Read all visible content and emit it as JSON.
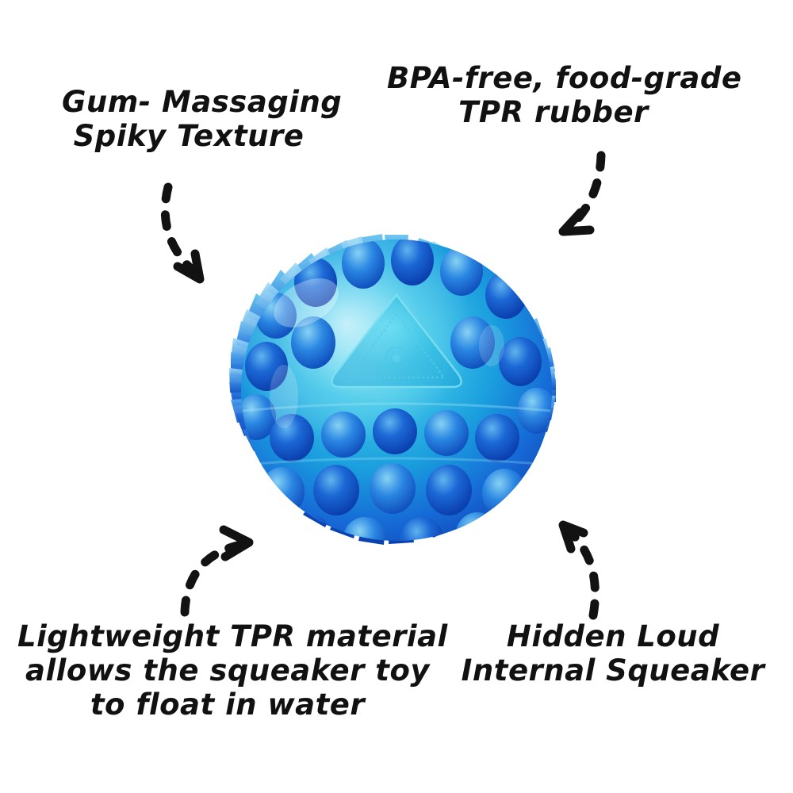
{
  "page": {
    "background_color": "#ffffff",
    "subject": "blue spiky TPR squeaker dog ball"
  },
  "product": {
    "name": "Spiky Squeaker Ball",
    "body_color": "#1763d8",
    "spike_color": "#1055c8",
    "spike_light_color": "#59b7e8",
    "core_color": "#21b0dc",
    "emblem_color": "#2cc0dd",
    "emblem_shape": "rounded-triangle"
  },
  "callouts": [
    {
      "id": "gum-massaging-spiky-texture",
      "lines": [
        "Gum- Massaging",
        "Spiky Texture"
      ],
      "position": "top-left",
      "arrow": "dashed-curve-down-right"
    },
    {
      "id": "bpa-free-food-grade-tpr-rubber",
      "lines": [
        "BPA-free, food-grade",
        "TPR rubber"
      ],
      "position": "top-right",
      "arrow": "dashed-curve-down-left"
    },
    {
      "id": "lightweight-tpr-material-floats",
      "lines": [
        "Lightweight TPR material",
        "allows the squeaker toy",
        "to float in water"
      ],
      "position": "bottom-left",
      "arrow": "dashed-curve-up-right"
    },
    {
      "id": "hidden-loud-internal-squeaker",
      "lines": [
        "Hidden Loud",
        "Internal Squeaker"
      ],
      "position": "bottom-right",
      "arrow": "dashed-curve-up-left"
    }
  ],
  "text": {
    "gum_line1": "Gum- Massaging",
    "gum_line2": "Spiky Texture",
    "bpa_line1": "BPA-free, food-grade",
    "bpa_line2": "TPR rubber",
    "light_line1": "Lightweight TPR material",
    "light_line2": "allows the squeaker toy",
    "light_line3": "to float in water",
    "squeak_line1": "Hidden Loud",
    "squeak_line2": "Internal Squeaker"
  },
  "colors": {
    "ink": "#111111",
    "arrow": "#121212",
    "background": "#ffffff"
  }
}
